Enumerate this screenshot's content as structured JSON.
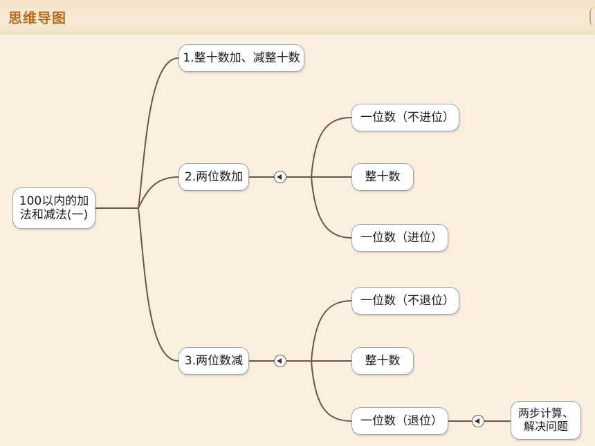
{
  "header": {
    "title": "思维导图"
  },
  "mindmap": {
    "root": "100以内的加\n法和减法(一)",
    "branch1": "1.整十数加、减整十数",
    "branch2": {
      "label": "2.两位数加",
      "children": [
        "一位数（不进位）",
        "整十数",
        "一位数（进位）"
      ]
    },
    "branch3": {
      "label": "3.两位数减",
      "children": [
        "一位数（不退位）",
        "整十数",
        "一位数（退位）"
      ],
      "grandchild": "两步计算、\n解决问题"
    }
  },
  "colors": {
    "line": "#6b5545",
    "header_text": "#b86a1c",
    "node_border": "#9aa6ae"
  }
}
